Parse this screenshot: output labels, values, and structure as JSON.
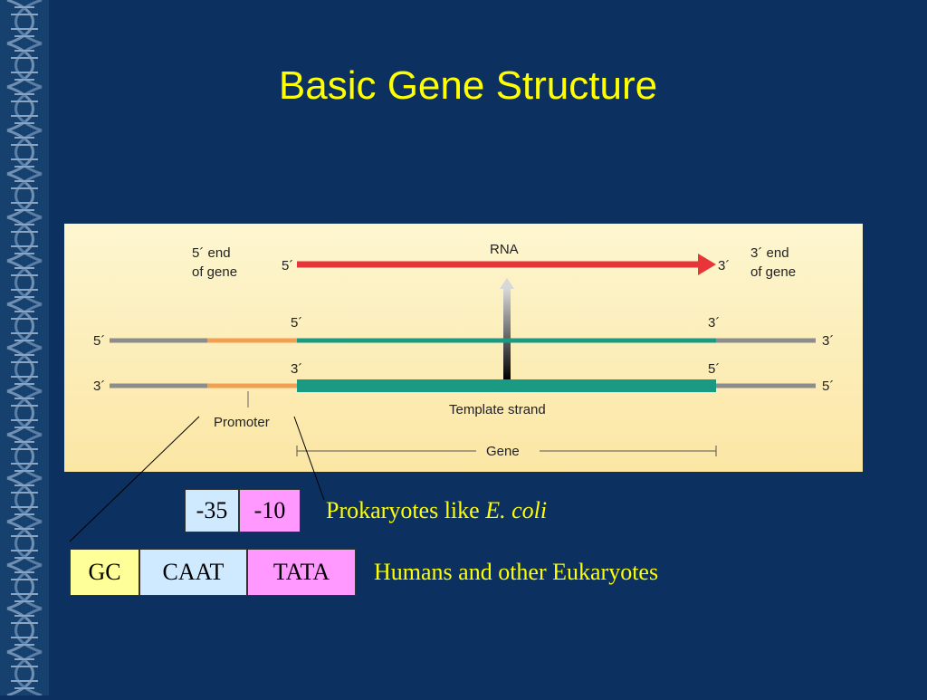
{
  "slide": {
    "title": "Basic Gene Structure"
  },
  "figure": {
    "rna_label": "RNA",
    "five_end_label_1": "5´ end",
    "five_end_label_2": "of gene",
    "three_end_label_1": "3´ end",
    "three_end_label_2": "of gene",
    "rna_start": "5´",
    "rna_end": "3´",
    "top_strand": {
      "left": "5´",
      "gene_start": "5´",
      "gene_end": "3´",
      "right": "3´"
    },
    "bottom_strand": {
      "left": "3´",
      "gene_start": "3´",
      "gene_end": "5´",
      "right": "5´"
    },
    "promoter_label": "Promoter",
    "template_label": "Template strand",
    "gene_label": "Gene",
    "colors": {
      "rna": "#e8353a",
      "promoter": "#f0a050",
      "gene": "#1a9a82",
      "flank": "#8c8c8c"
    }
  },
  "prokaryote": {
    "boxes": [
      {
        "label": "-35",
        "color": "#cfe9ff"
      },
      {
        "label": "-10",
        "color": "#ff99ff"
      }
    ],
    "caption_text": "Prokaryotes like ",
    "caption_italic": "E. coli"
  },
  "eukaryote": {
    "boxes": [
      {
        "label": "GC",
        "color": "#ffff99"
      },
      {
        "label": "CAAT",
        "color": "#cfe9ff"
      },
      {
        "label": "TATA",
        "color": "#ff99ff"
      }
    ],
    "caption": "Humans and other Eukaryotes"
  }
}
